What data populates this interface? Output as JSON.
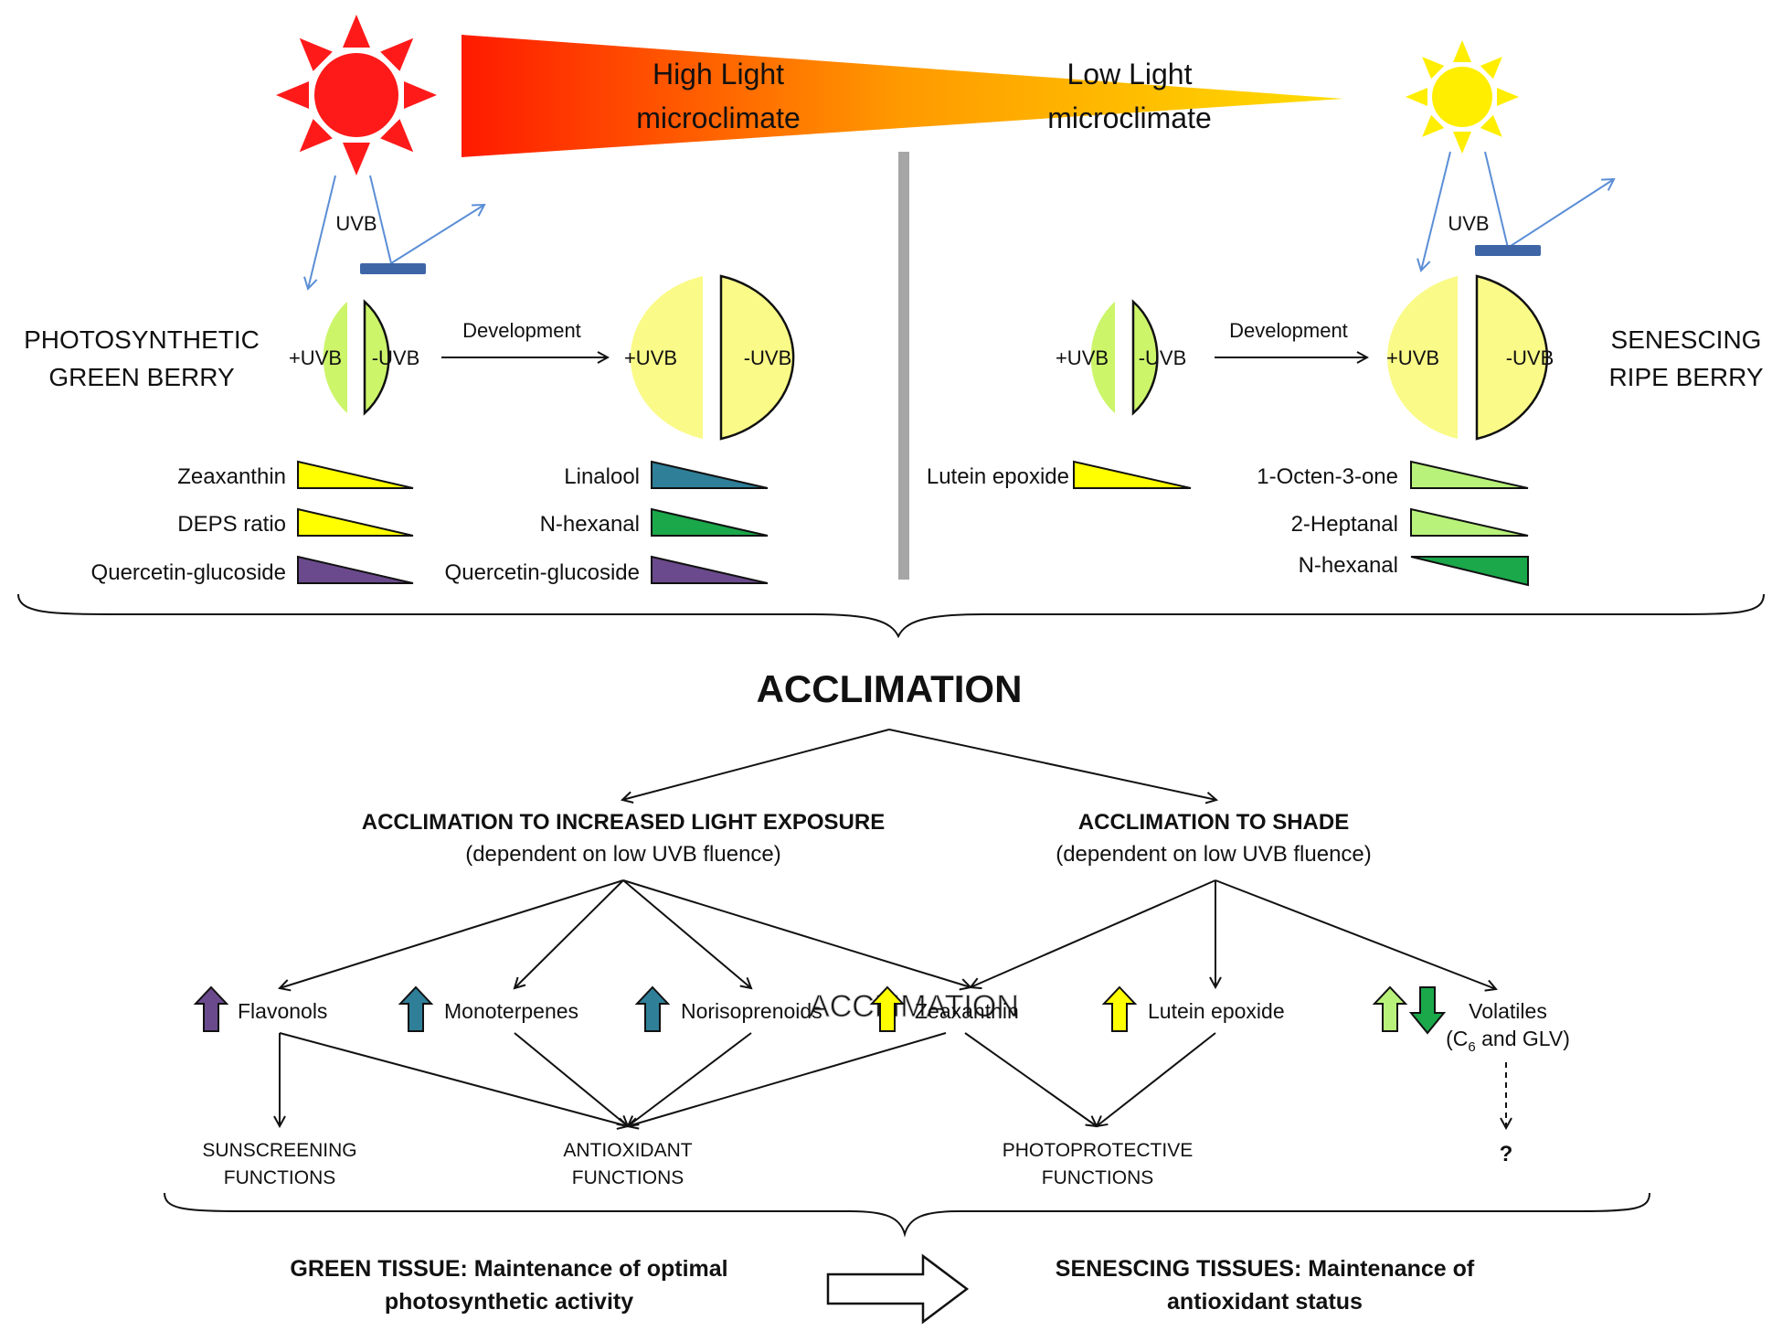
{
  "colors": {
    "sun_high": "#ff1a1a",
    "sun_low": "#ffee00",
    "wedge_start": "#ff1a00",
    "wedge_mid": "#ff9a00",
    "wedge_end": "#ffdd00",
    "green_berry": "#ccf56a",
    "ripe_berry": "#fafa88",
    "yellow": "#ffff00",
    "purple": "#6a4a8c",
    "teal": "#2f7f99",
    "green": "#1aa84a",
    "light_green": "#b8f27a",
    "uv_filter": "#3e65a6",
    "divider": "#a6a6a6"
  },
  "header": {
    "high_light_line1": "High Light",
    "high_light_line2": "microclimate",
    "low_light_line1": "Low Light",
    "low_light_line2": "microclimate"
  },
  "left_panel": {
    "uvb": "UVB",
    "title_line1": "PHOTOSYNTHETIC",
    "title_line2": "GREEN BERRY",
    "plus_uvb": "+UVB",
    "minus_uvb": "-UVB",
    "development": "Development",
    "plus_uvb_ripe": "+UVB",
    "minus_uvb_ripe": "-UVB",
    "compounds_left": [
      "Zeaxanthin",
      "DEPS ratio",
      "Quercetin-glucoside"
    ],
    "compounds_right": [
      "Linalool",
      "N-hexanal",
      "Quercetin-glucoside"
    ]
  },
  "right_panel": {
    "uvb": "UVB",
    "title_line1": "SENESCING",
    "title_line2": "RIPE BERRY",
    "plus_uvb": "+UVB",
    "minus_uvb": "-UVB",
    "development": "Development",
    "plus_uvb_ripe": "+UVB",
    "minus_uvb_ripe": "-UVB",
    "compounds_left": [
      "Lutein epoxide"
    ],
    "compounds_right": [
      "1-Octen-3-one",
      "2-Heptanal",
      "N-hexanal"
    ]
  },
  "acclimation": {
    "title": "ACCLIMATION",
    "increased_title": "ACCLIMATION TO INCREASED LIGHT EXPOSURE",
    "increased_sub": "(dependent on low UVB fluence)",
    "shade_title": "ACCLIMATION TO SHADE",
    "shade_sub": "(dependent on low UVB fluence)",
    "responses": {
      "flavonols": "Flavonols",
      "monoterpenes": "Monoterpenes",
      "norisoprenoids": "Norisoprenoids",
      "zeaxanthin": "Zeaxanthin",
      "lutein_epoxide": "Lutein epoxide",
      "volatiles_line1": "Volatiles",
      "volatiles_line2_a": "(C",
      "volatiles_line2_sub": "6",
      "volatiles_line2_b": " and GLV)"
    },
    "functions": {
      "sunscreening_line1": "SUNSCREENING",
      "sunscreening_line2": "FUNCTIONS",
      "antioxidant_line1": "ANTIOXIDANT",
      "antioxidant_line2": "FUNCTIONS",
      "photoprotective_line1": "PHOTOPROTECTIVE",
      "photoprotective_line2": "FUNCTIONS",
      "unknown": "?"
    },
    "watermark": "ACCLIMATION"
  },
  "outcomes": {
    "green_line1": "GREEN TISSUE: Maintenance of optimal",
    "green_line2": "photosynthetic activity",
    "senescing_line1": "SENESCING TISSUES: Maintenance of",
    "senescing_line2": "antioxidant status"
  }
}
